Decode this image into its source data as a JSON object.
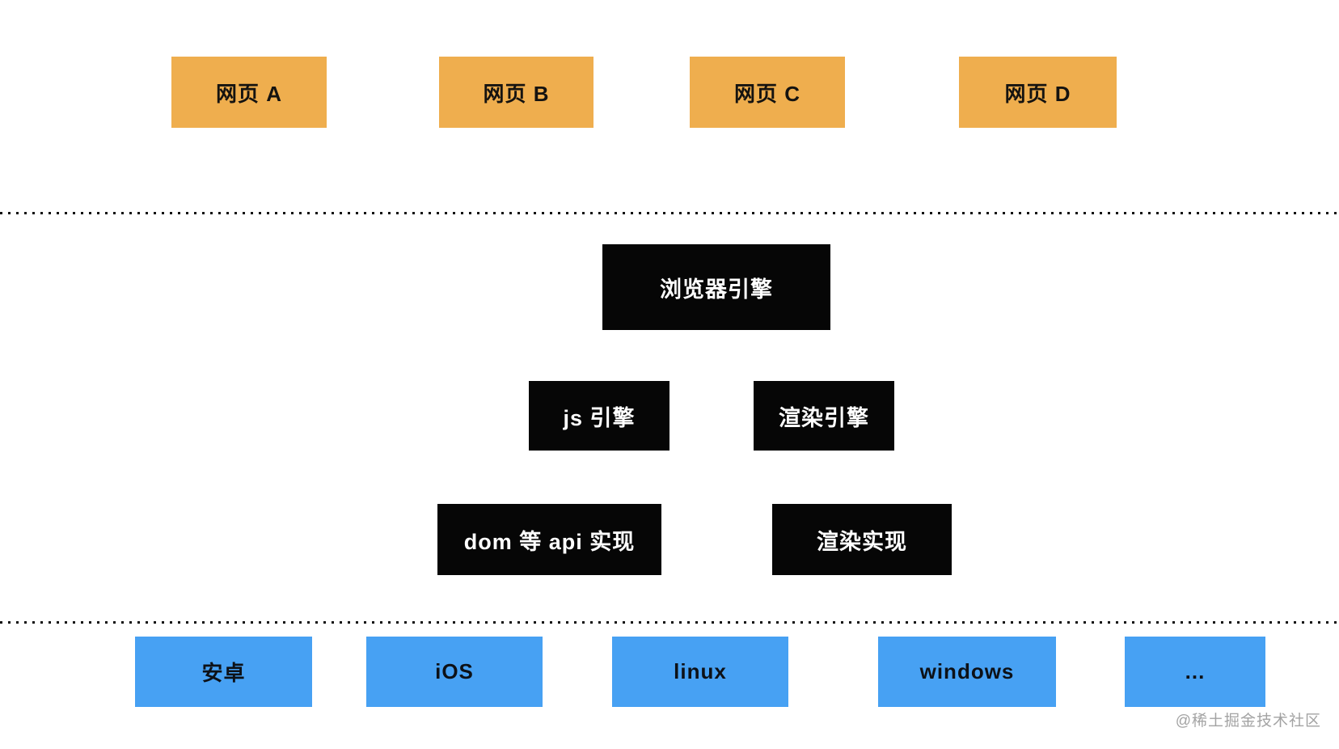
{
  "diagram": {
    "web_pages": [
      {
        "label": "网页 A"
      },
      {
        "label": "网页 B"
      },
      {
        "label": "网页 C"
      },
      {
        "label": "网页 D"
      }
    ],
    "browser_engine": {
      "label": "浏览器引擎"
    },
    "engines": [
      {
        "label": "js 引擎"
      },
      {
        "label": "渲染引擎"
      }
    ],
    "implementations": [
      {
        "label": "dom 等 api 实现"
      },
      {
        "label": "渲染实现"
      }
    ],
    "platforms": [
      {
        "label": "安卓"
      },
      {
        "label": "iOS"
      },
      {
        "label": "linux"
      },
      {
        "label": "windows"
      },
      {
        "label": "..."
      }
    ],
    "watermark": "@稀土掘金技术社区",
    "colors": {
      "background": "#ffffff",
      "web_page_box": "#efae4e",
      "engine_box": "#060606",
      "platform_box": "#47a1f3",
      "separator_dot": "#111111",
      "watermark_text": "#a3a3a3"
    }
  }
}
